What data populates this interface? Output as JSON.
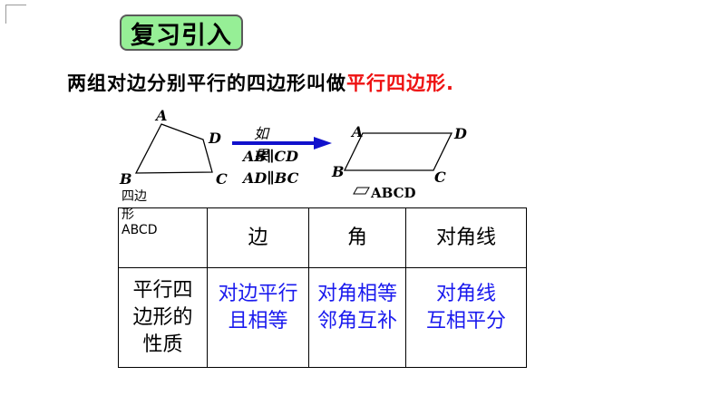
{
  "title": "复习引入",
  "definition": {
    "prefix": "两组对边分别平行的四边形叫做",
    "term": "平行四边形.",
    "term_color": "#ee1111"
  },
  "figure": {
    "quad_label": "四边形ABCD",
    "quad_vertices": [
      "A",
      "B",
      "C",
      "D"
    ],
    "arrow_label": "如果",
    "condition_1": "AB∥CD",
    "condition_2": "AD∥BC",
    "parallelogram_vertices": [
      "A",
      "B",
      "C",
      "D"
    ],
    "parallelogram_label": "ABCD",
    "arrow_color": "#1111cc"
  },
  "table": {
    "headers": [
      "",
      "边",
      "角",
      "对角线"
    ],
    "row_header": [
      "平行四",
      "边形的",
      "性质"
    ],
    "cells": [
      [
        "对边平行",
        "且相等"
      ],
      [
        "对角相等",
        "邻角互补"
      ],
      [
        "对角线",
        "互相平分"
      ]
    ],
    "cell_color": "#1a1aee"
  }
}
